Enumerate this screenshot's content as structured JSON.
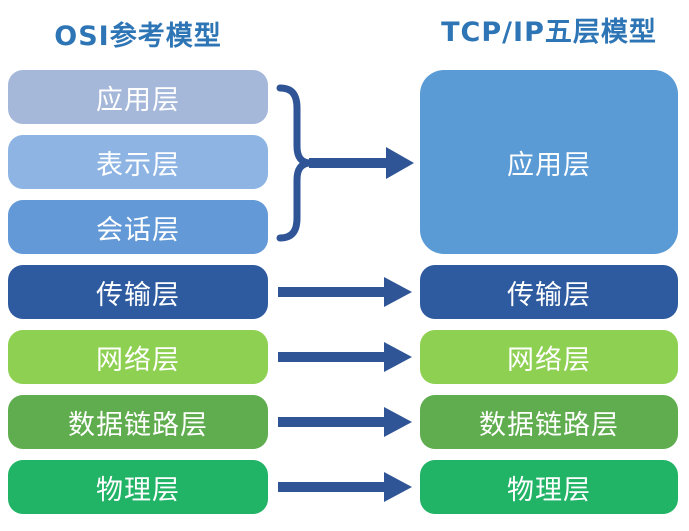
{
  "titles": {
    "left": "OSI参考模型",
    "right": "TCP/IP五层模型"
  },
  "colors": {
    "title_text": "#2e75b6",
    "arrow": "#2f5597",
    "box_text": "#ffffff"
  },
  "osi": {
    "title": "OSI参考模型",
    "layers": [
      {
        "label": "应用层",
        "color": "#a6b8da"
      },
      {
        "label": "表示层",
        "color": "#8eb4e3"
      },
      {
        "label": "会话层",
        "color": "#6399d6"
      },
      {
        "label": "传输层",
        "color": "#2e5b9f"
      },
      {
        "label": "网络层",
        "color": "#8ed051"
      },
      {
        "label": "数据链路层",
        "color": "#5fad4e"
      },
      {
        "label": "物理层",
        "color": "#21b366"
      }
    ]
  },
  "tcpip": {
    "title": "TCP/IP五层模型",
    "layers": [
      {
        "label": "应用层",
        "color": "#5b9bd5"
      },
      {
        "label": "传输层",
        "color": "#2e5b9f"
      },
      {
        "label": "网络层",
        "color": "#8ed051"
      },
      {
        "label": "数据链路层",
        "color": "#5fad4e"
      },
      {
        "label": "物理层",
        "color": "#21b366"
      }
    ]
  },
  "arrows": [
    {
      "from": "应用层+表示层+会话层",
      "to": "应用层",
      "grouped_by_brace": true
    },
    {
      "from": "传输层",
      "to": "传输层"
    },
    {
      "from": "网络层",
      "to": "网络层"
    },
    {
      "from": "数据链路层",
      "to": "数据链路层"
    },
    {
      "from": "物理层",
      "to": "物理层"
    }
  ]
}
